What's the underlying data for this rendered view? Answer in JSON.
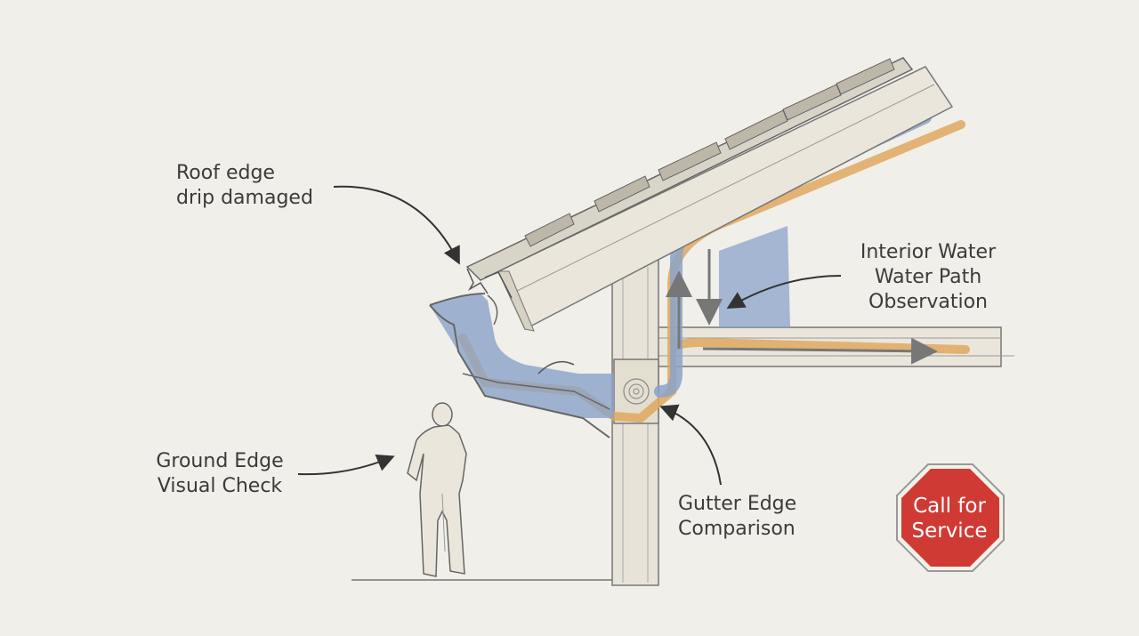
{
  "labels": {
    "roof_edge": {
      "line1": "Roof edge",
      "line2": "drip damaged"
    },
    "interior": {
      "line1": "Interior Water",
      "line2": "Water Path",
      "line3": "Observation"
    },
    "ground": {
      "line1": "Ground Edge",
      "line2": "Visual Check"
    },
    "gutter": {
      "line1": "Gutter Edge",
      "line2": "Comparison"
    }
  },
  "stop_sign": {
    "line1": "Call for",
    "line2": "Service"
  },
  "colors": {
    "background": "#f1efe9",
    "water_blue": "#8aa3c8",
    "moisture_orange": "#e0a860",
    "stop_red": "#d03a34",
    "pencil": "#6b6b6b"
  },
  "icons": {
    "person": "person-figure-icon",
    "stop": "stop-sign-icon"
  }
}
